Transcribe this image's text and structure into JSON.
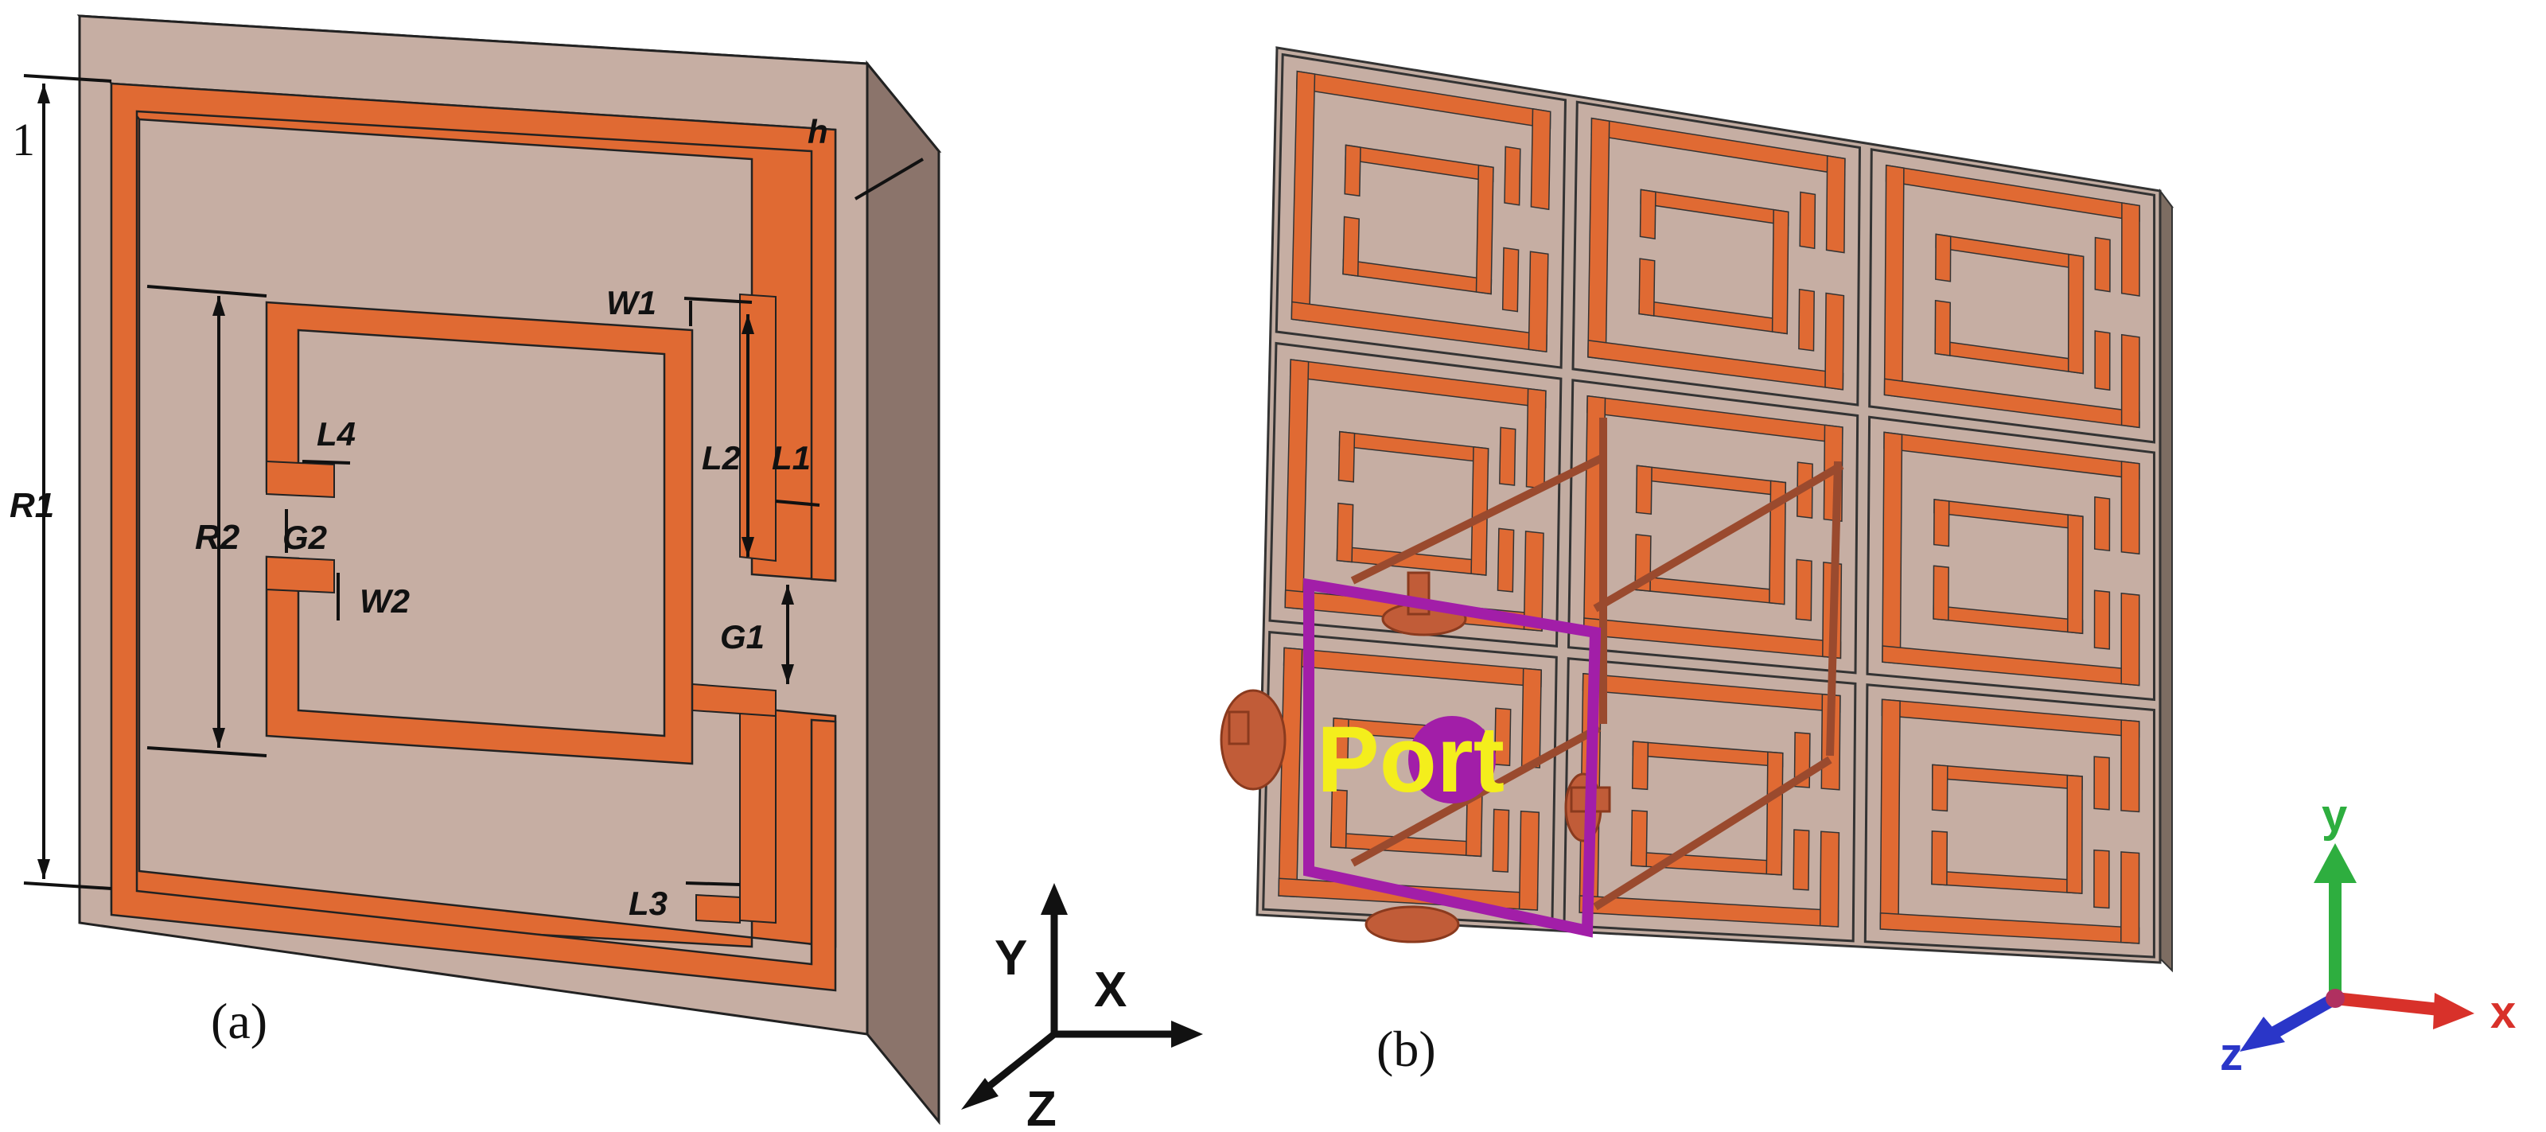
{
  "panel_a": {
    "caption": "(a)",
    "labels": {
      "edge_one": "1",
      "r1": "R1",
      "r2": "R2",
      "w1": "W1",
      "l2": "L2",
      "l1": "L1",
      "l4": "L4",
      "g2": "G2",
      "w2": "W2",
      "g1": "G1",
      "l3": "L3",
      "h": "h"
    },
    "axes": {
      "y": "Y",
      "x": "X",
      "z": "Z"
    }
  },
  "panel_b": {
    "caption": "(b)",
    "port_label": "Port",
    "triad": {
      "x": "x",
      "y": "y",
      "z": "z"
    }
  },
  "colors": {
    "substrate_face": "#c6aea3",
    "substrate_top": "#a99188",
    "substrate_side": "#8b746b",
    "copper": "#e06a33",
    "port_magenta": "#a21ea8",
    "port_text": "#f4ee1c",
    "triad_x": "#d8312a",
    "triad_y": "#2eae3f",
    "triad_z": "#2a36c8"
  }
}
